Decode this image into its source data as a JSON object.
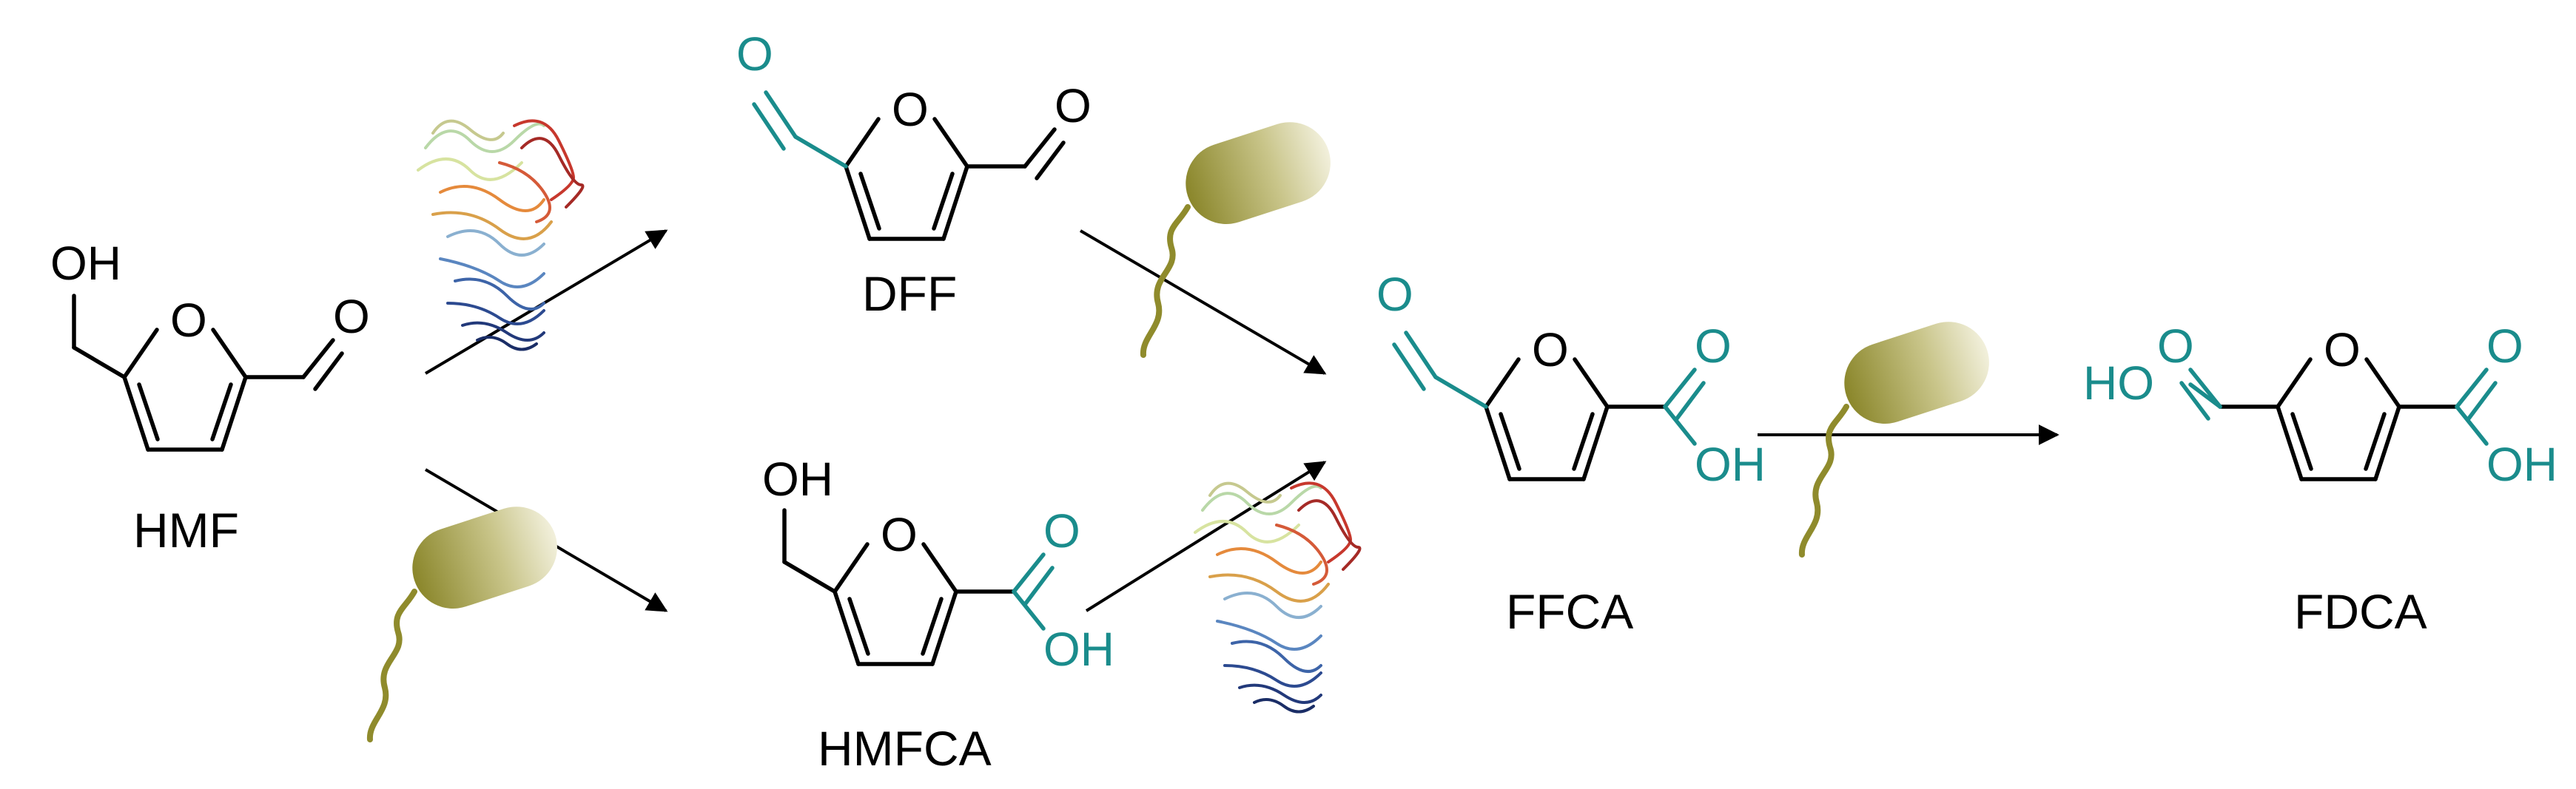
{
  "colors": {
    "bond": "#000000",
    "new_group": "#1a8c8c",
    "bacterium": "#8f8b2c",
    "arrow": "#000000"
  },
  "compounds": {
    "hmf": "HMF",
    "dff": "DFF",
    "hmfca": "HMFCA",
    "ffca": "FFCA",
    "fdca": "FDCA"
  },
  "atoms": {
    "oh": "OH",
    "ho": "HO",
    "o": "O"
  },
  "catalysts": {
    "enzyme_icon": "enzyme-protein-structure",
    "cell_icon": "bacterial-cell"
  }
}
